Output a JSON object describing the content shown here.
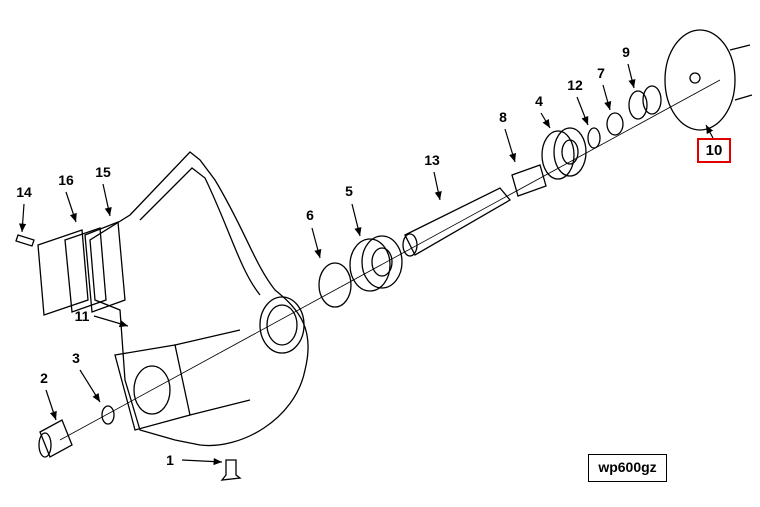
{
  "diagram": {
    "callouts": [
      {
        "id": "14",
        "label": "14"
      },
      {
        "id": "16",
        "label": "16"
      },
      {
        "id": "15",
        "label": "15"
      },
      {
        "id": "11",
        "label": "11"
      },
      {
        "id": "3",
        "label": "3"
      },
      {
        "id": "2",
        "label": "2"
      },
      {
        "id": "1",
        "label": "1"
      },
      {
        "id": "6",
        "label": "6"
      },
      {
        "id": "5",
        "label": "5"
      },
      {
        "id": "13",
        "label": "13"
      },
      {
        "id": "8",
        "label": "8"
      },
      {
        "id": "4",
        "label": "4"
      },
      {
        "id": "12",
        "label": "12"
      },
      {
        "id": "7",
        "label": "7"
      },
      {
        "id": "9",
        "label": "9"
      }
    ],
    "highlighted_callout": "10",
    "highlight_color": "#e00000",
    "drawing_code": "wp600gz"
  }
}
